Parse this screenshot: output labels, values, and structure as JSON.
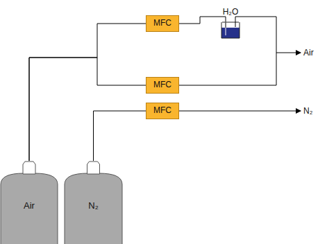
{
  "diagram": {
    "nodes": [
      {
        "text": [
          "MFC"
        ]
      },
      {
        "text": [
          "H₂O"
        ]
      },
      {
        "text": [
          "MFC"
        ]
      },
      {
        "text": [
          "MFC"
        ]
      },
      {
        "text": [
          "Air"
        ]
      },
      {
        "text": [
          "N₂"
        ]
      }
    ],
    "edges": [
      {
        "from": 4,
        "to": 0,
        "arrow": "none"
      },
      {
        "from": 4,
        "to": 2,
        "arrow": "none"
      },
      {
        "from": 0,
        "to": 1,
        "arrow": "none"
      },
      {
        "from": 5,
        "to": 3,
        "arrow": "none"
      }
    ],
    "labels": [
      "Air",
      "N₂"
    ]
  }
}
